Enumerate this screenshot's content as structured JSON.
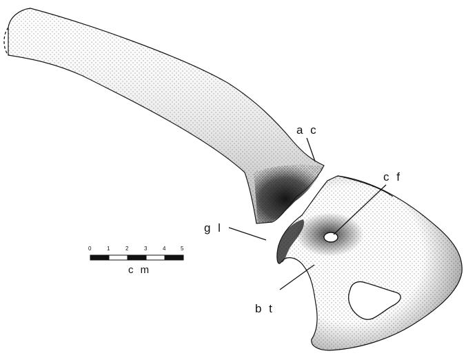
{
  "labels": {
    "ac": "a c",
    "cf": "c f",
    "gl": "g l",
    "bt": "b t"
  },
  "scale_bar": {
    "ticks": [
      "0",
      "1",
      "2",
      "3",
      "4",
      "5"
    ],
    "unit": "c m"
  },
  "colors": {
    "ink": "#111111",
    "paper": "#ffffff"
  }
}
